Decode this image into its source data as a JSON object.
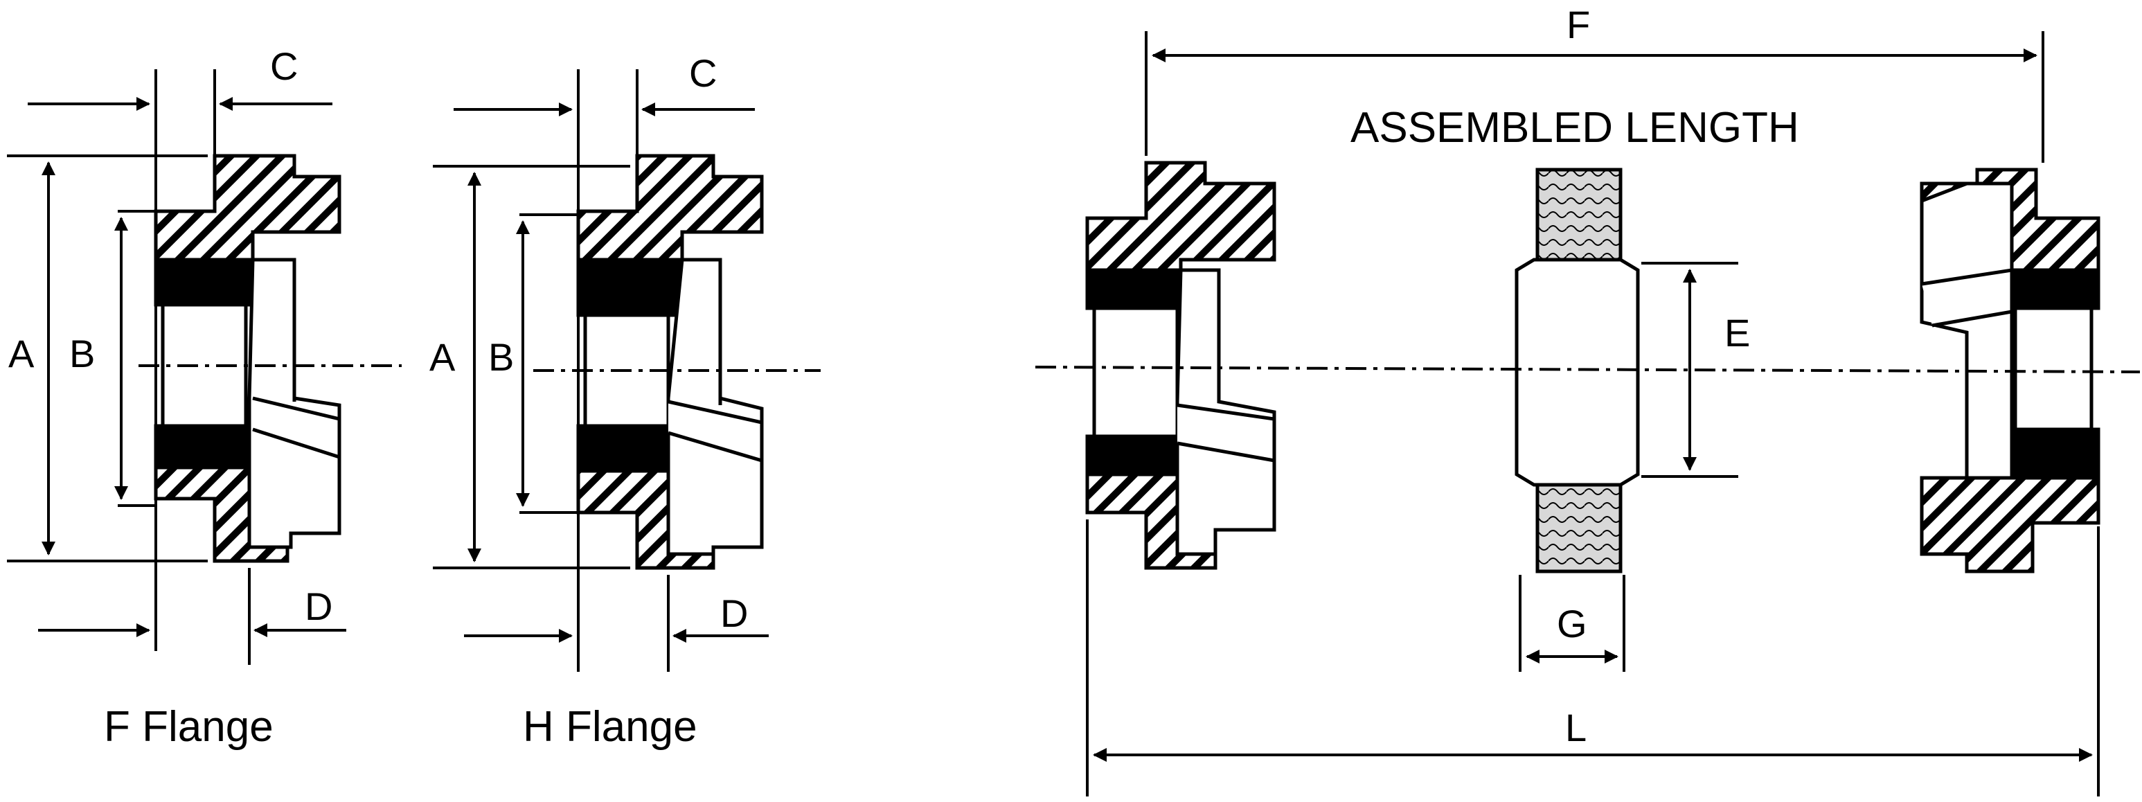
{
  "colors": {
    "ink": "#000000",
    "background": "#ffffff",
    "element_fill": "#d8d8d8"
  },
  "left_drawing": {
    "caption": "F Flange",
    "labels": {
      "a": "A",
      "b": "B",
      "c": "C",
      "d": "D"
    }
  },
  "middle_drawing": {
    "caption": "H Flange",
    "labels": {
      "a": "A",
      "b": "B",
      "c": "C",
      "d": "D"
    }
  },
  "assembly_drawing": {
    "title": "ASSEMBLED LENGTH",
    "labels": {
      "f": "F",
      "e": "E",
      "g": "G",
      "l": "L"
    }
  }
}
